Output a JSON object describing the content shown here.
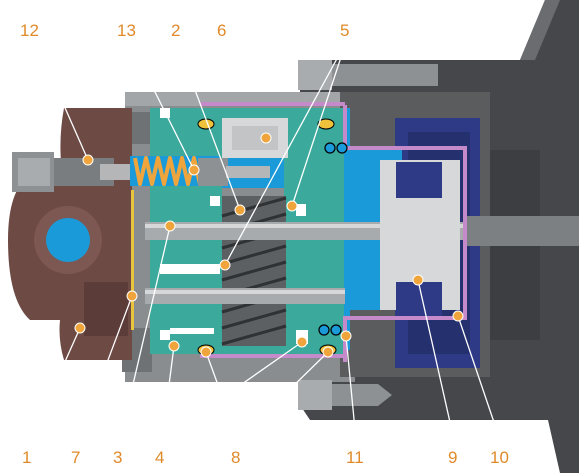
{
  "diagram": {
    "label_color": "#e08a2a",
    "labels": {
      "l1": "1",
      "l2": "2",
      "l3": "3",
      "l4": "4",
      "l5": "5",
      "l6": "6",
      "l7": "7",
      "l8": "8",
      "l9": "9",
      "l10": "10",
      "l11": "11",
      "l12": "12",
      "l13": "13"
    },
    "colors": {
      "housing": "#8a8d90",
      "body_dark": "#5a5c5e",
      "cooling_cavity": "#1a9ad8",
      "rotor_body": "#3ba99b",
      "end_cover": "#6e4a45",
      "seal_line": "#c58ac9",
      "motor_winding": "#2e3a86",
      "background_frame": "#45474a"
    }
  }
}
